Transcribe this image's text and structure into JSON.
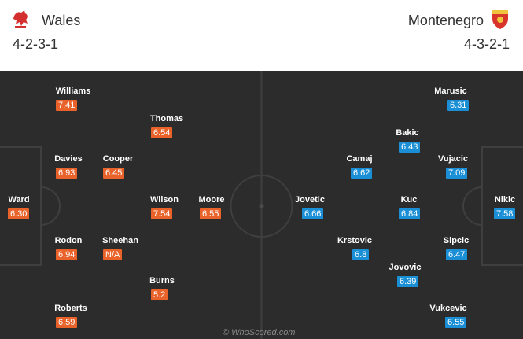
{
  "home": {
    "name": "Wales",
    "formation": "4-2-3-1",
    "crest_icon": "wales-dragon-crest",
    "rating_color": "#e8622a",
    "players": [
      {
        "name": "Williams",
        "rating": "7.41"
      },
      {
        "name": "Thomas",
        "rating": "6.54"
      },
      {
        "name": "Davies",
        "rating": "6.93"
      },
      {
        "name": "Cooper",
        "rating": "6.45"
      },
      {
        "name": "Ward",
        "rating": "6.30"
      },
      {
        "name": "Wilson",
        "rating": "7.54"
      },
      {
        "name": "Moore",
        "rating": "6.55"
      },
      {
        "name": "Rodon",
        "rating": "6.94"
      },
      {
        "name": "Sheehan",
        "rating": "N/A"
      },
      {
        "name": "Burns",
        "rating": "5.2"
      },
      {
        "name": "Roberts",
        "rating": "6.59"
      }
    ]
  },
  "away": {
    "name": "Montenegro",
    "formation": "4-3-2-1",
    "crest_icon": "montenegro-fa-crest",
    "rating_color": "#1a8fd6",
    "players": [
      {
        "name": "Marusic",
        "rating": "6.31"
      },
      {
        "name": "Bakic",
        "rating": "6.43"
      },
      {
        "name": "Camaj",
        "rating": "6.62"
      },
      {
        "name": "Vujacic",
        "rating": "7.09"
      },
      {
        "name": "Jovetic",
        "rating": "6.66"
      },
      {
        "name": "Kuc",
        "rating": "6.84"
      },
      {
        "name": "Nikic",
        "rating": "7.58"
      },
      {
        "name": "Krstovic",
        "rating": "6.8"
      },
      {
        "name": "Sipcic",
        "rating": "6.47"
      },
      {
        "name": "Jovovic",
        "rating": "6.39"
      },
      {
        "name": "Vukcevic",
        "rating": "6.55"
      }
    ]
  },
  "watermark": "© WhoScored.com",
  "pitch_color": "#2c2c2c"
}
